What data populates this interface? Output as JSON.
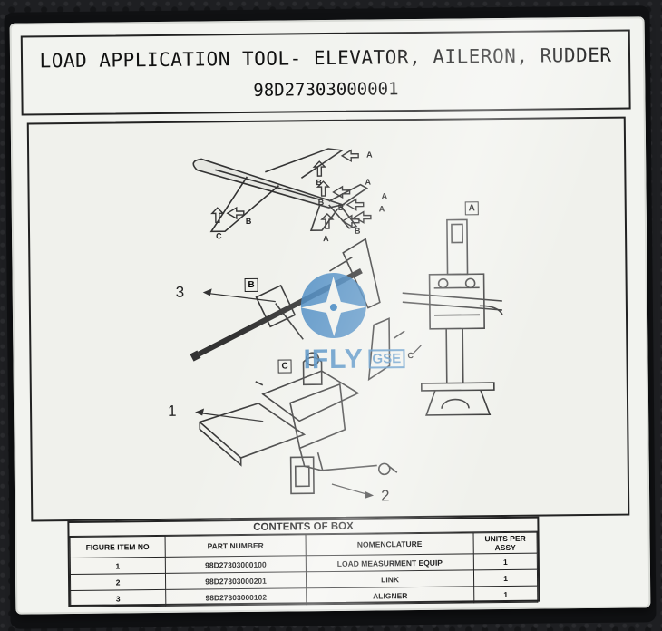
{
  "document": {
    "title": "LOAD APPLICATION TOOL- ELEVATOR, AILERON, RUDDER",
    "part_number": "98D27303000001"
  },
  "figure": {
    "callouts": [
      "3",
      "1",
      "2"
    ],
    "detail_labels": [
      "A",
      "B",
      "C"
    ],
    "airplane_labels": [
      "A",
      "B",
      "A",
      "B",
      "A",
      "B",
      "A",
      "B",
      "A",
      "B",
      "C"
    ],
    "watermark": {
      "brand": "IFLY",
      "suffix": "GSE"
    }
  },
  "contents": {
    "title": "CONTENTS OF BOX",
    "columns": [
      "FIGURE ITEM NO",
      "PART NUMBER",
      "NOMENCLATURE",
      "UNITS PER ASSY"
    ],
    "rows": [
      {
        "item": "1",
        "part": "98D27303000100",
        "name": "LOAD MEASURMENT EQUIP",
        "units": "1"
      },
      {
        "item": "2",
        "part": "98D27303000201",
        "name": "LINK",
        "units": "1"
      },
      {
        "item": "3",
        "part": "98D27303000102",
        "name": "ALIGNER",
        "units": "1"
      }
    ]
  },
  "colors": {
    "watermark": "#3f84bf",
    "ink": "#222222",
    "paper": "#f2f3ef"
  }
}
